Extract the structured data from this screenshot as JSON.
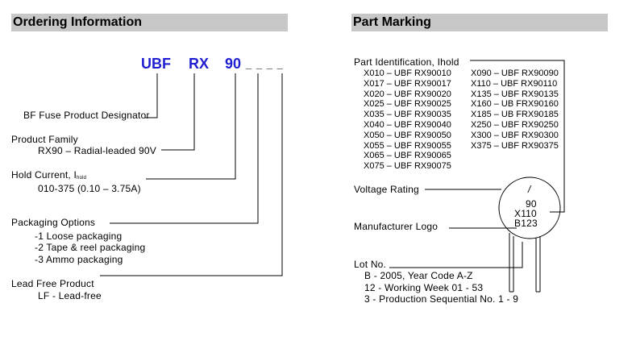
{
  "ordering": {
    "title": "Ordering Information",
    "code": {
      "part1": "UBF",
      "part2": "RX",
      "part3": "90",
      "blanks": "_ _ _ _"
    },
    "designator": "BF Fuse Product Designator",
    "family_label": "Product Family",
    "family_value": "RX90 – Radial-leaded 90V",
    "hold_label": "Hold Current, I",
    "hold_sub": "hold",
    "hold_value": "010-375 (0.10 – 3.75A)",
    "packaging_label": "Packaging Options",
    "packaging_items": [
      "-1 Loose packaging",
      "-2 Tape & reel packaging",
      "-3 Ammo packaging"
    ],
    "leadfree_label": "Lead Free Product",
    "leadfree_value": "LF - Lead-free"
  },
  "marking": {
    "title": "Part Marking",
    "part_id_label": "Part Identification, Ihold",
    "left_col": [
      "X010 – UBF RX90010",
      "X017 – UBF RX90017",
      "X020 – UBF RX90020",
      "X025 – UBF RX90025",
      "X035 – UBF RX90035",
      "X040 – UBF RX90040",
      "X050 – UBF RX90050",
      "X055 – UBF RX90055",
      "X065 – UBF RX90065",
      "X075 – UBF RX90075"
    ],
    "right_col": [
      "X090 – UBF RX90090",
      "X110 – UBF RX90110",
      "X135 – UBF RX90135",
      "X160 – UB FRX90160",
      "X185 – UB FRX90185",
      "X250 – UBF RX90250",
      "X300 – UBF RX90300",
      "X375 – UBF RX90375"
    ],
    "voltage_label": "Voltage Rating",
    "logo_label": "Manufacturer Logo",
    "lot_label": "Lot No.",
    "lot_items": [
      "B - 2005, Year Code A-Z",
      "12 - Working Week 01 - 53",
      "3 - Production Sequential No. 1 - 9"
    ],
    "device": {
      "logo": "/",
      "line1": "90",
      "line2": "X110",
      "line3": "B123"
    }
  }
}
